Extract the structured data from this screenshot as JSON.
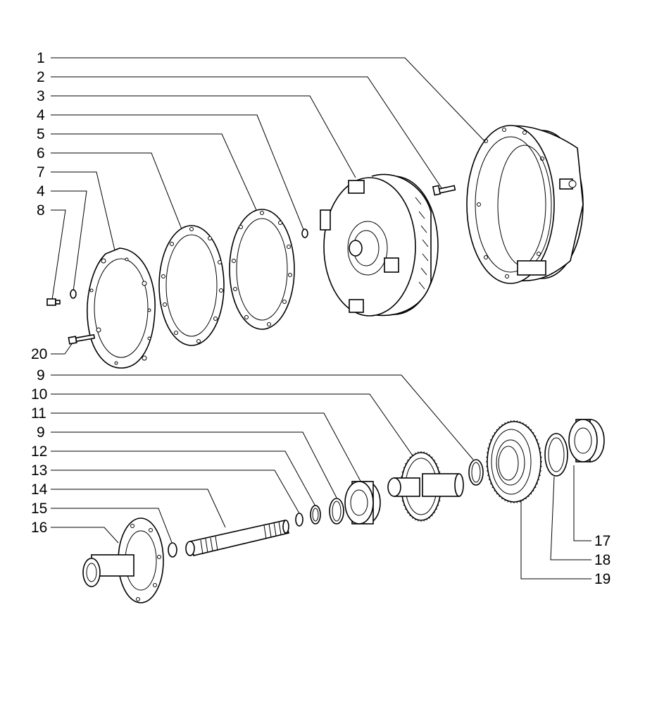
{
  "callouts": [
    {
      "id": "c1",
      "label": "1"
    },
    {
      "id": "c2",
      "label": "2"
    },
    {
      "id": "c3",
      "label": "3"
    },
    {
      "id": "c4a",
      "label": "4"
    },
    {
      "id": "c5",
      "label": "5"
    },
    {
      "id": "c6",
      "label": "6"
    },
    {
      "id": "c7",
      "label": "7"
    },
    {
      "id": "c4b",
      "label": "4"
    },
    {
      "id": "c8",
      "label": "8"
    },
    {
      "id": "c20",
      "label": "20"
    },
    {
      "id": "c9a",
      "label": "9"
    },
    {
      "id": "c10",
      "label": "10"
    },
    {
      "id": "c11",
      "label": "11"
    },
    {
      "id": "c9b",
      "label": "9"
    },
    {
      "id": "c12",
      "label": "12"
    },
    {
      "id": "c13",
      "label": "13"
    },
    {
      "id": "c14",
      "label": "14"
    },
    {
      "id": "c15",
      "label": "15"
    },
    {
      "id": "c16",
      "label": "16"
    },
    {
      "id": "c17",
      "label": "17"
    },
    {
      "id": "c18",
      "label": "18"
    },
    {
      "id": "c19",
      "label": "19"
    }
  ]
}
